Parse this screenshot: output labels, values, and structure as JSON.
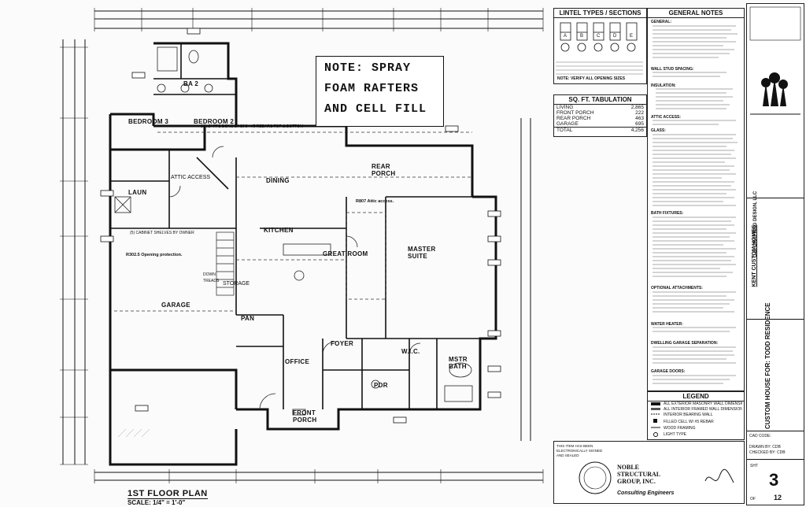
{
  "plan": {
    "note_lines": [
      "NOTE: SPRAY",
      "FOAM RAFTERS",
      "AND CELL FILL"
    ],
    "title": "1ST FLOOR PLAN",
    "scale": "SCALE: 1/4\" = 1'-0\"",
    "rooms": {
      "ba2": "BA 2",
      "bedroom3": "BEDROOM 3",
      "bedroom2": "BEDROOM 2",
      "laun": "LAUN",
      "dining": "DINING",
      "rear_porch": "REAR PORCH",
      "kitchen": "KITCHEN",
      "great_room": "GREAT ROOM",
      "master_suite": "MASTER SUITE",
      "garage": "GARAGE",
      "pan": "PAN",
      "office": "OFFICE",
      "foyer": "FOYER",
      "wic": "W.I.C.",
      "mstr_bath": "MSTR BATH",
      "front_porch": "FRONT PORCH",
      "pdr": "PDR",
      "storage": "STORAGE",
      "attic": "ATTIC ACCESS"
    },
    "notes": {
      "beam": "36\"x8\" FPS BONG 24 8J 3 - #5 REBARS TOP & BOTTOM",
      "attic_title": "R807 Attic access.",
      "garage_note": "R302.5 Opening protection.",
      "pantry": "(5) CABINET SHELVES BY OWNER",
      "stairs": "DOWN TREADS"
    }
  },
  "lintel": {
    "title": "LINTEL TYPES / SECTIONS",
    "labels": [
      "A",
      "B",
      "C",
      "D",
      "E"
    ],
    "note": "NOTE: VERIFY ALL OPENING SIZES"
  },
  "tabulation": {
    "title": "SQ. FT. TABULATION",
    "rows": [
      {
        "label": "LIVING",
        "value": "2,865"
      },
      {
        "label": "FRONT PORCH",
        "value": "222"
      },
      {
        "label": "REAR PORCH",
        "value": "463"
      },
      {
        "label": "GARAGE",
        "value": "695"
      },
      {
        "label": "TOTAL",
        "value": "4,256"
      }
    ]
  },
  "general_notes": {
    "title": "GENERAL NOTES",
    "headings": [
      "GENERAL:",
      "WALL STUD SPACING:",
      "INSULATION:",
      "ATTIC ACCESS:",
      "GLASS:",
      "BATH FIXTURES:",
      "OPTIONAL ATTACHMENTS:",
      "WATER HEATER:",
      "DWELLING GARAGE SEPARATION:",
      "GARAGE DOORS:"
    ]
  },
  "legend": {
    "title": "LEGEND",
    "items": [
      "ALL EXTERIOR MASONRY WALL DIMENSIONS ARE 8\"",
      "ALL INTERIOR FRAMED WALL DIMENSIONS ARE 3 1/2\"",
      "INTERIOR BEARING WALL",
      "FILLED CELL W/ #5 REBAR",
      "WOOD FRAMING",
      "LIGHT TYPE"
    ]
  },
  "title_block": {
    "company": "C.B. DRAFTING DESIGN, LLC",
    "builder": "KENT CUSTOM HOMES",
    "project": "CUSTOM HOUSE FOR: TODD RESIDENCE",
    "cad_code": "CAD CODE:",
    "drawn_by": "DRAWN BY: CDB",
    "checked_by": "CHECKED BY: CDB",
    "sheet_label": "SHT",
    "sheet_number": "3",
    "of_label": "OF",
    "total_sheets": "12"
  },
  "engineer": {
    "name_lines": [
      "NOBLE",
      "STRUCTURAL",
      "GROUP, INC."
    ],
    "subtitle": "Consulting Engineers",
    "certification": "THIS ITEM HAS BEEN ELECTRONICALLY SIGNED AND SEALED"
  }
}
